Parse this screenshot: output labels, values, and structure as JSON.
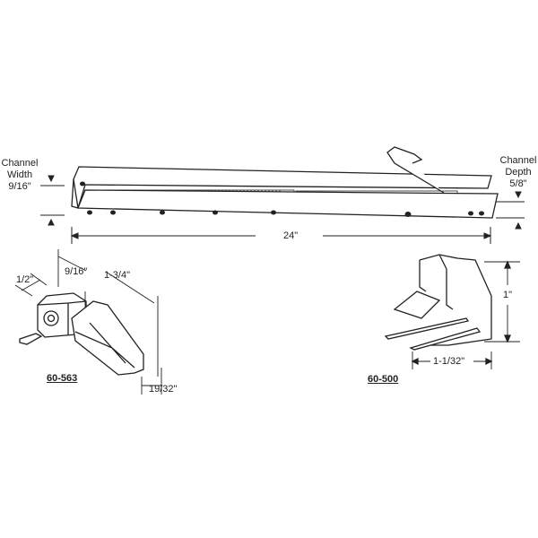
{
  "channel": {
    "width_label": [
      "Channel",
      "Width",
      "9/16\""
    ],
    "depth_label": [
      "Channel",
      "Depth",
      "5/8\""
    ],
    "length_label": "24\""
  },
  "part_left": {
    "part_number": "60-563",
    "dims": {
      "a": "1/2\"",
      "b": "9/16\"",
      "c": "1-3/4\"",
      "d": "19/32\""
    }
  },
  "part_right": {
    "part_number": "60-500",
    "dims": {
      "height": "1\"",
      "width": "1-1/32\""
    }
  }
}
